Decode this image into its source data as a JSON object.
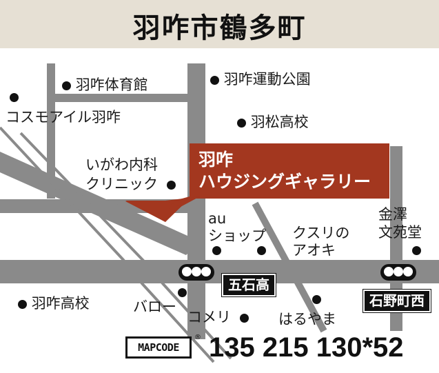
{
  "title": "羽咋市鶴多町",
  "highlight": {
    "line1": "羽咋",
    "line2": "ハウジングギャラリー",
    "color": "#a3371f"
  },
  "road_color": "#8a8a8a",
  "header_bg": "#e6e0d4",
  "landmarks": {
    "gym": "羽咋体育館",
    "sports_park": "羽咋運動公園",
    "cosmo_isle": "コスモアイル羽咋",
    "hamatsu_hs": "羽松高校",
    "igawa_clinic_1": "いがわ内科",
    "igawa_clinic_2": "クリニック",
    "au_1": "au",
    "au_2": "ショップ",
    "kusuri_1": "クスリの",
    "kusuri_2": "アオキ",
    "kanazawa_1": "金澤",
    "kanazawa_2": "文苑堂",
    "hakui_hs": "羽咋高校",
    "valor": "バロー",
    "komeri": "コメリ",
    "haruyama": "はるやま"
  },
  "intersections": {
    "goishi": "五石高",
    "ishino": "石野町西"
  },
  "mapcode": {
    "logo": "MAPCODE",
    "reg_mark": "®",
    "number": "135 215 130*52"
  }
}
